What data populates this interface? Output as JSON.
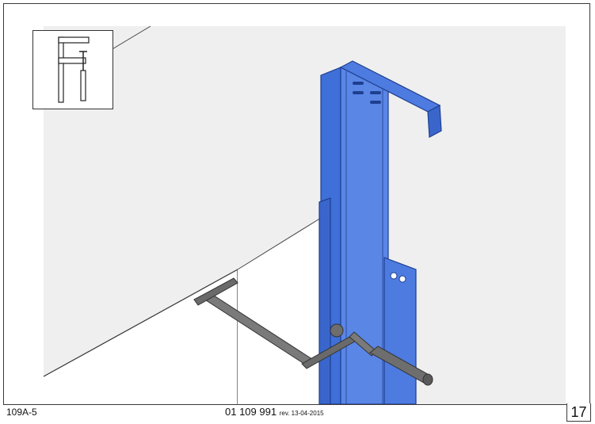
{
  "footer": {
    "section_code": "109A-5",
    "doc_number": "01 109 991",
    "revision": "rev. 13-04-2015",
    "page_number": "17"
  },
  "tool_icon": "clamp-icon",
  "colors": {
    "wall": "#eeeeee",
    "frame_blue": "#3f6fd8",
    "frame_blue_dark": "#2a4fae",
    "clamp_grey": "#6e6e6e",
    "line": "#333333"
  }
}
